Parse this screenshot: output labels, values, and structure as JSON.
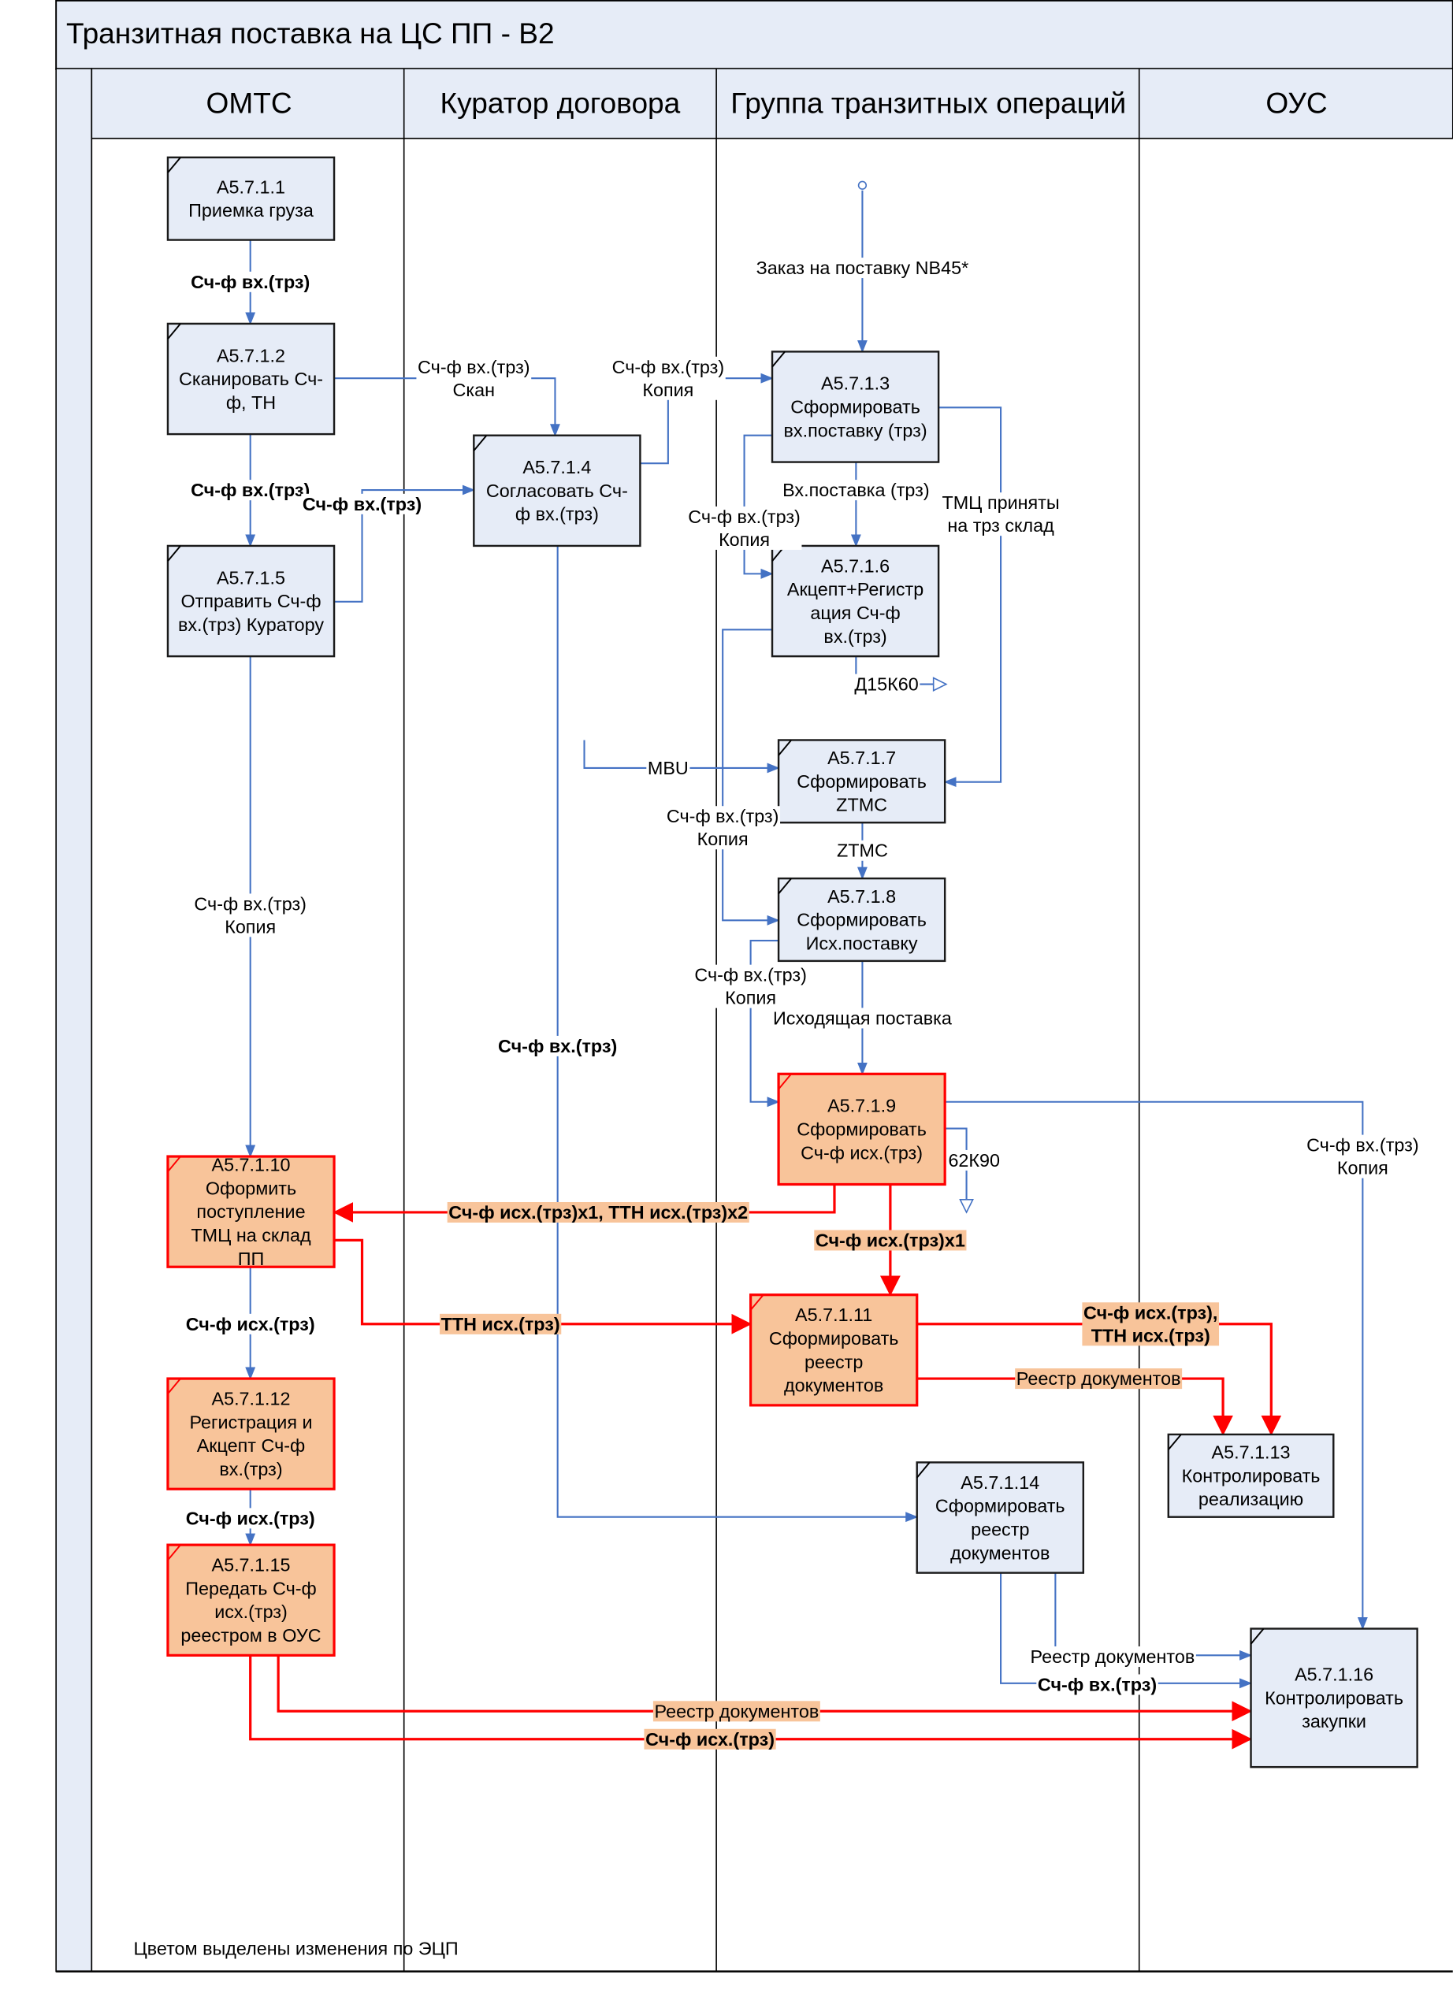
{
  "title": "Транзитная поставка на ЦС ПП - В2",
  "lanes": [
    "ОМТС",
    "Куратор договора",
    "Группа транзитных операций",
    "ОУС"
  ],
  "colors": {
    "frame_fill": "#e6ecf7",
    "process_fill": "#e6ecf7",
    "changed_fill": "#f8c49a",
    "changed_border": "#ff0000",
    "flow_blue": "#4472c4",
    "flow_red": "#ff0000"
  },
  "boxes": [
    {
      "id": "A5.7.1.1",
      "lines": [
        "Приемка груза"
      ],
      "changed": false
    },
    {
      "id": "A5.7.1.2",
      "lines": [
        "Сканировать Сч-",
        "ф, ТН"
      ],
      "changed": false
    },
    {
      "id": "A5.7.1.3",
      "lines": [
        "Сформировать",
        "вх.поставку (трз)"
      ],
      "changed": false
    },
    {
      "id": "A5.7.1.4",
      "lines": [
        "Согласовать Сч-",
        "ф вх.(трз)"
      ],
      "changed": false
    },
    {
      "id": "A5.7.1.5",
      "lines": [
        "Отправить Сч-ф",
        "вх.(трз) Куратору"
      ],
      "changed": false
    },
    {
      "id": "A5.7.1.6",
      "lines": [
        "Акцепт+Регистр",
        "ация Сч-ф",
        "вх.(трз)"
      ],
      "changed": false
    },
    {
      "id": "A5.7.1.7",
      "lines": [
        "Сформировать",
        "ZTMC"
      ],
      "changed": false
    },
    {
      "id": "A5.7.1.8",
      "lines": [
        "Сформировать",
        "Исх.поставку"
      ],
      "changed": false
    },
    {
      "id": "A5.7.1.9",
      "lines": [
        "Сформировать",
        "Сч-ф исх.(трз)"
      ],
      "changed": true
    },
    {
      "id": "A5.7.1.10",
      "lines": [
        "Оформить",
        "поступление",
        "ТМЦ на склад",
        "ПП"
      ],
      "changed": true
    },
    {
      "id": "A5.7.1.11",
      "lines": [
        "Сформировать",
        "реестр",
        "документов"
      ],
      "changed": true
    },
    {
      "id": "A5.7.1.12",
      "lines": [
        "Регистрация и",
        "Акцепт Сч-ф",
        "вх.(трз)"
      ],
      "changed": true
    },
    {
      "id": "A5.7.1.13",
      "lines": [
        "Контролировать",
        "реализацию"
      ],
      "changed": false
    },
    {
      "id": "A5.7.1.14",
      "lines": [
        "Сформировать",
        "реестр",
        "документов"
      ],
      "changed": false
    },
    {
      "id": "A5.7.1.15",
      "lines": [
        "Передать Сч-ф",
        "исх.(трз)",
        "реестром в ОУС"
      ],
      "changed": true
    },
    {
      "id": "A5.7.1.16",
      "lines": [
        "Контролировать",
        "закупки"
      ],
      "changed": false
    }
  ],
  "flows": [
    {
      "lines": [
        "Сч-ф вх.(трз)"
      ],
      "bold": true,
      "changed": false
    },
    {
      "lines": [
        "Сч-ф вх.(трз)",
        "Скан"
      ],
      "bold": false,
      "changed": false
    },
    {
      "lines": [
        "Сч-ф вх.(трз)",
        "Копия"
      ],
      "bold": false,
      "changed": false
    },
    {
      "lines": [
        "Заказ на поставку NB45*"
      ],
      "bold": false,
      "changed": false
    },
    {
      "lines": [
        "Сч-ф вх.(трз)"
      ],
      "bold": true,
      "changed": false
    },
    {
      "lines": [
        "Сч-ф вх.(трз)"
      ],
      "bold": true,
      "changed": false
    },
    {
      "lines": [
        "Вх.поставка (трз)"
      ],
      "bold": false,
      "changed": false
    },
    {
      "lines": [
        "ТМЦ приняты",
        "на трз склад"
      ],
      "bold": false,
      "changed": false
    },
    {
      "lines": [
        "Сч-ф вх.(трз)",
        "Копия"
      ],
      "bold": false,
      "changed": false
    },
    {
      "lines": [
        "Д15К60"
      ],
      "bold": false,
      "changed": false
    },
    {
      "lines": [
        "MBU"
      ],
      "bold": false,
      "changed": false
    },
    {
      "lines": [
        "Сч-ф вх.(трз)",
        "Копия"
      ],
      "bold": false,
      "changed": false
    },
    {
      "lines": [
        "ZTMC"
      ],
      "bold": false,
      "changed": false
    },
    {
      "lines": [
        "Сч-ф вх.(трз)",
        "Копия"
      ],
      "bold": false,
      "changed": false
    },
    {
      "lines": [
        "Исходящая поставка"
      ],
      "bold": false,
      "changed": false
    },
    {
      "lines": [
        "Сч-ф вх.(трз)",
        "Копия"
      ],
      "bold": false,
      "changed": false
    },
    {
      "lines": [
        "62К90"
      ],
      "bold": false,
      "changed": false
    },
    {
      "lines": [
        "Сч-ф вх.(трз)"
      ],
      "bold": true,
      "changed": false
    },
    {
      "lines": [
        "Сч-ф вх.(трз)",
        "Копия"
      ],
      "bold": false,
      "changed": false
    },
    {
      "lines": [
        "Сч-ф исх.(трз)x1, ТТН исх.(трз)x2"
      ],
      "bold": true,
      "changed": true
    },
    {
      "lines": [
        "Сч-ф исх.(трз)x1"
      ],
      "bold": true,
      "changed": true
    },
    {
      "lines": [
        "ТТН исх.(трз)"
      ],
      "bold": true,
      "changed": true
    },
    {
      "lines": [
        "Сч-ф исх.(трз),",
        "ТТН исх.(трз)"
      ],
      "bold": true,
      "changed": true
    },
    {
      "lines": [
        "Реестр документов"
      ],
      "bold": false,
      "changed": true
    },
    {
      "lines": [
        "Сч-ф исх.(трз)"
      ],
      "bold": true,
      "changed": false
    },
    {
      "lines": [
        "Сч-ф исх.(трз)"
      ],
      "bold": true,
      "changed": false
    },
    {
      "lines": [
        "Реестр документов"
      ],
      "bold": false,
      "changed": true
    },
    {
      "lines": [
        "Сч-ф исх.(трз)"
      ],
      "bold": true,
      "changed": true
    },
    {
      "lines": [
        "Реестр документов"
      ],
      "bold": false,
      "changed": false
    },
    {
      "lines": [
        "Сч-ф вх.(трз)"
      ],
      "bold": true,
      "changed": false
    }
  ],
  "footnote": "Цветом выделены изменения по ЭЦП"
}
